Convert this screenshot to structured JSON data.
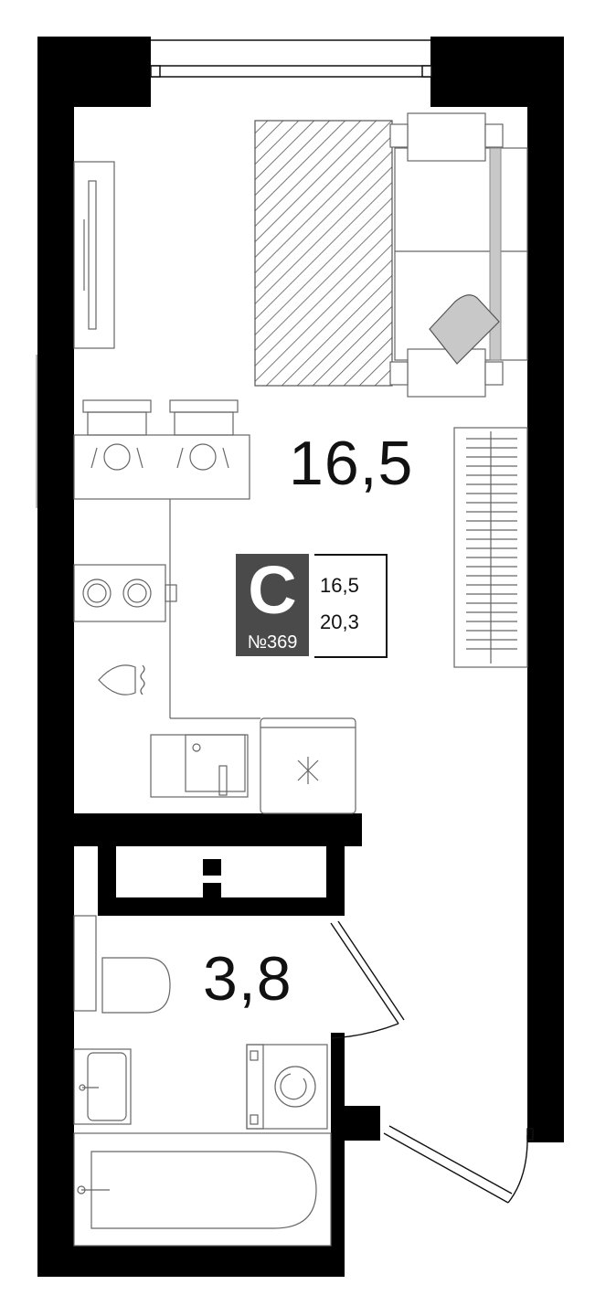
{
  "rooms": {
    "main_area": "16,5",
    "bath_area": "3,8"
  },
  "badge": {
    "type_letter": "С",
    "apartment_number": "№369",
    "living_area": "16,5",
    "total_area": "20,3",
    "color": "#4a4a4a"
  },
  "colors": {
    "wall": "#000000",
    "line": "#555555",
    "shade": "#c8c8c8"
  }
}
